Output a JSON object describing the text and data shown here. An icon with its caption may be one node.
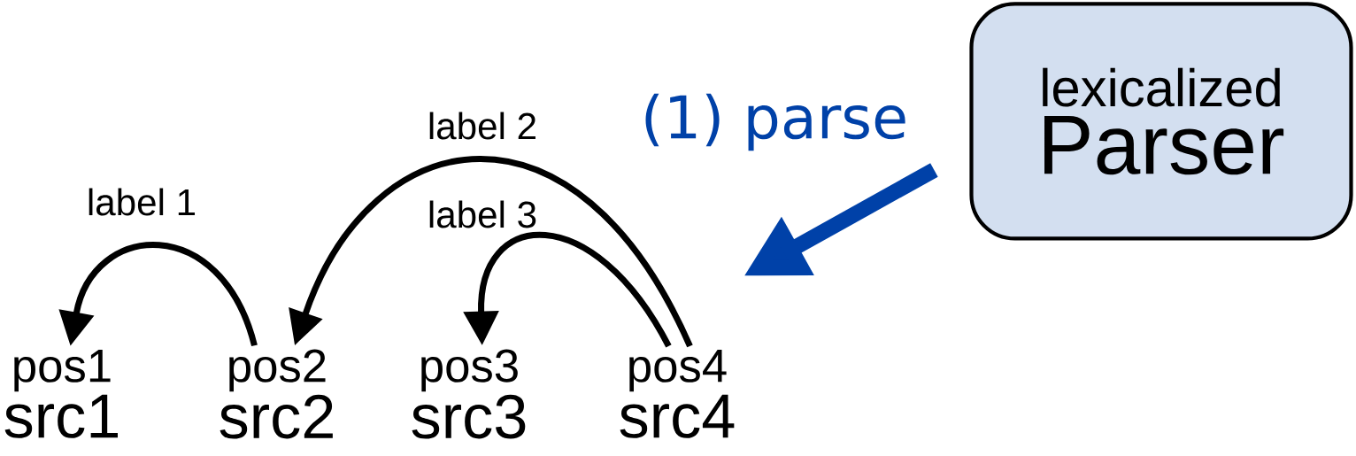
{
  "diagram": {
    "nodes": [
      {
        "text": [
          "pos1",
          "src1"
        ]
      },
      {
        "text": [
          "pos2",
          "src2"
        ]
      },
      {
        "text": [
          "pos3",
          "src3"
        ]
      },
      {
        "text": [
          "pos4",
          "src4"
        ]
      },
      {
        "text": [
          "lexicalized",
          "Parser"
        ]
      }
    ],
    "edges": [
      {
        "from": 1,
        "to": 0,
        "arrow": "to",
        "label": "label 1"
      },
      {
        "from": 3,
        "to": 1,
        "arrow": "to",
        "label": "label 2"
      },
      {
        "from": 3,
        "to": 2,
        "arrow": "to",
        "label": "label 3"
      },
      {
        "from": 4,
        "to": null,
        "arrow": "to",
        "label": "(1) parse",
        "style": "thick",
        "color": "#0041a8"
      }
    ]
  }
}
